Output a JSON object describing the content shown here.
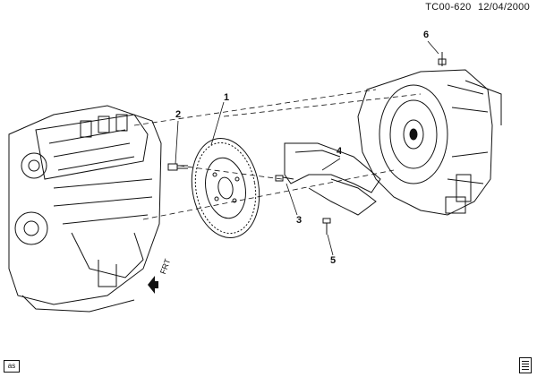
{
  "header": {
    "code": "TC00-620",
    "date": "12/04/2000"
  },
  "callouts": [
    {
      "id": "c1",
      "label": "1"
    },
    {
      "id": "c2",
      "label": "2"
    },
    {
      "id": "c3",
      "label": "3"
    },
    {
      "id": "c4",
      "label": "4"
    },
    {
      "id": "c5",
      "label": "5"
    },
    {
      "id": "c6",
      "label": "6"
    }
  ],
  "frt_label": "FRT",
  "corner_tag": "as"
}
